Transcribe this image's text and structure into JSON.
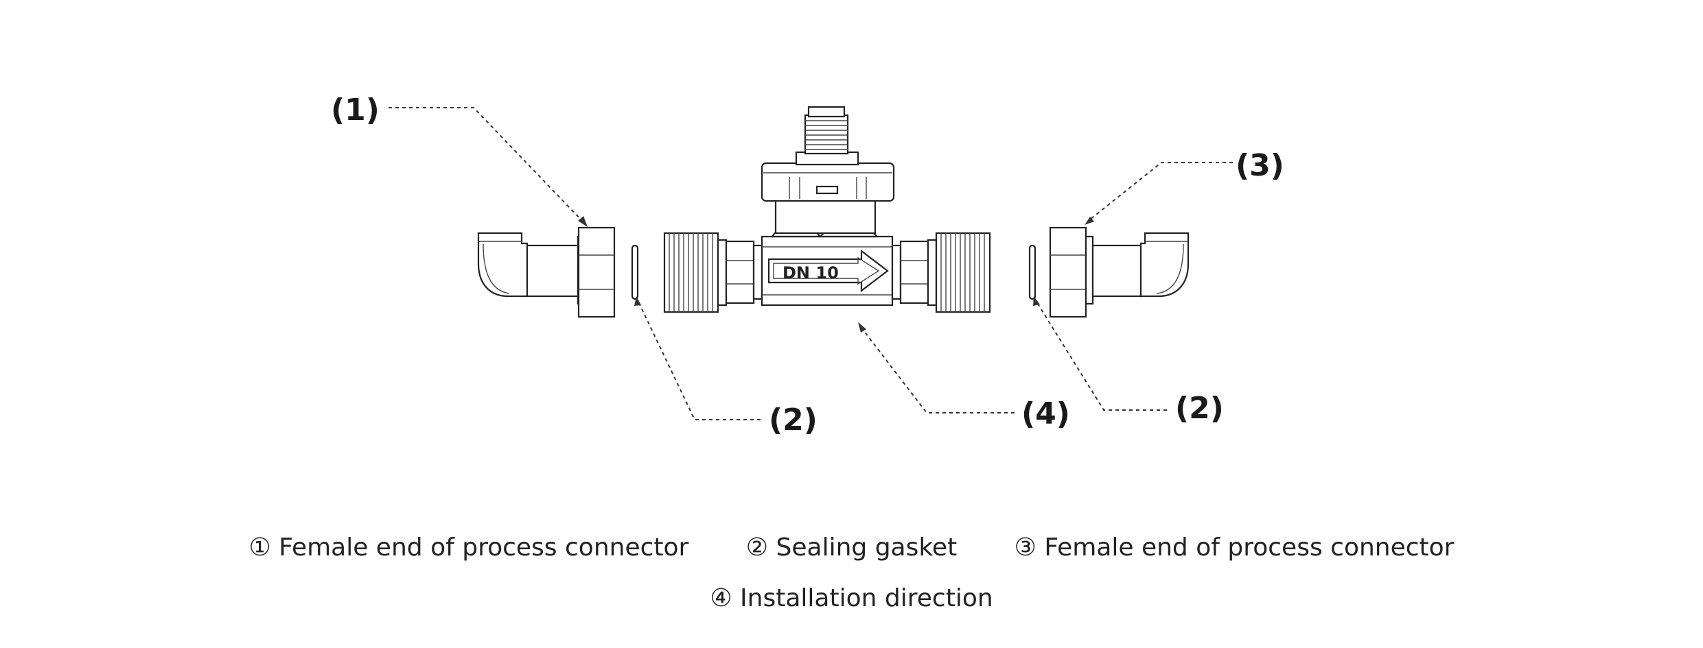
{
  "callouts": {
    "c1": "(1)",
    "c2_left": "(2)",
    "c2_right": "(2)",
    "c3": "(3)",
    "c4": "(4)"
  },
  "body_label": "DN 10",
  "legend": {
    "row1": [
      "① Female end of process connector",
      "② Sealing gasket",
      "③ Female end of process connector"
    ],
    "row2": [
      "④ Installation direction"
    ]
  }
}
